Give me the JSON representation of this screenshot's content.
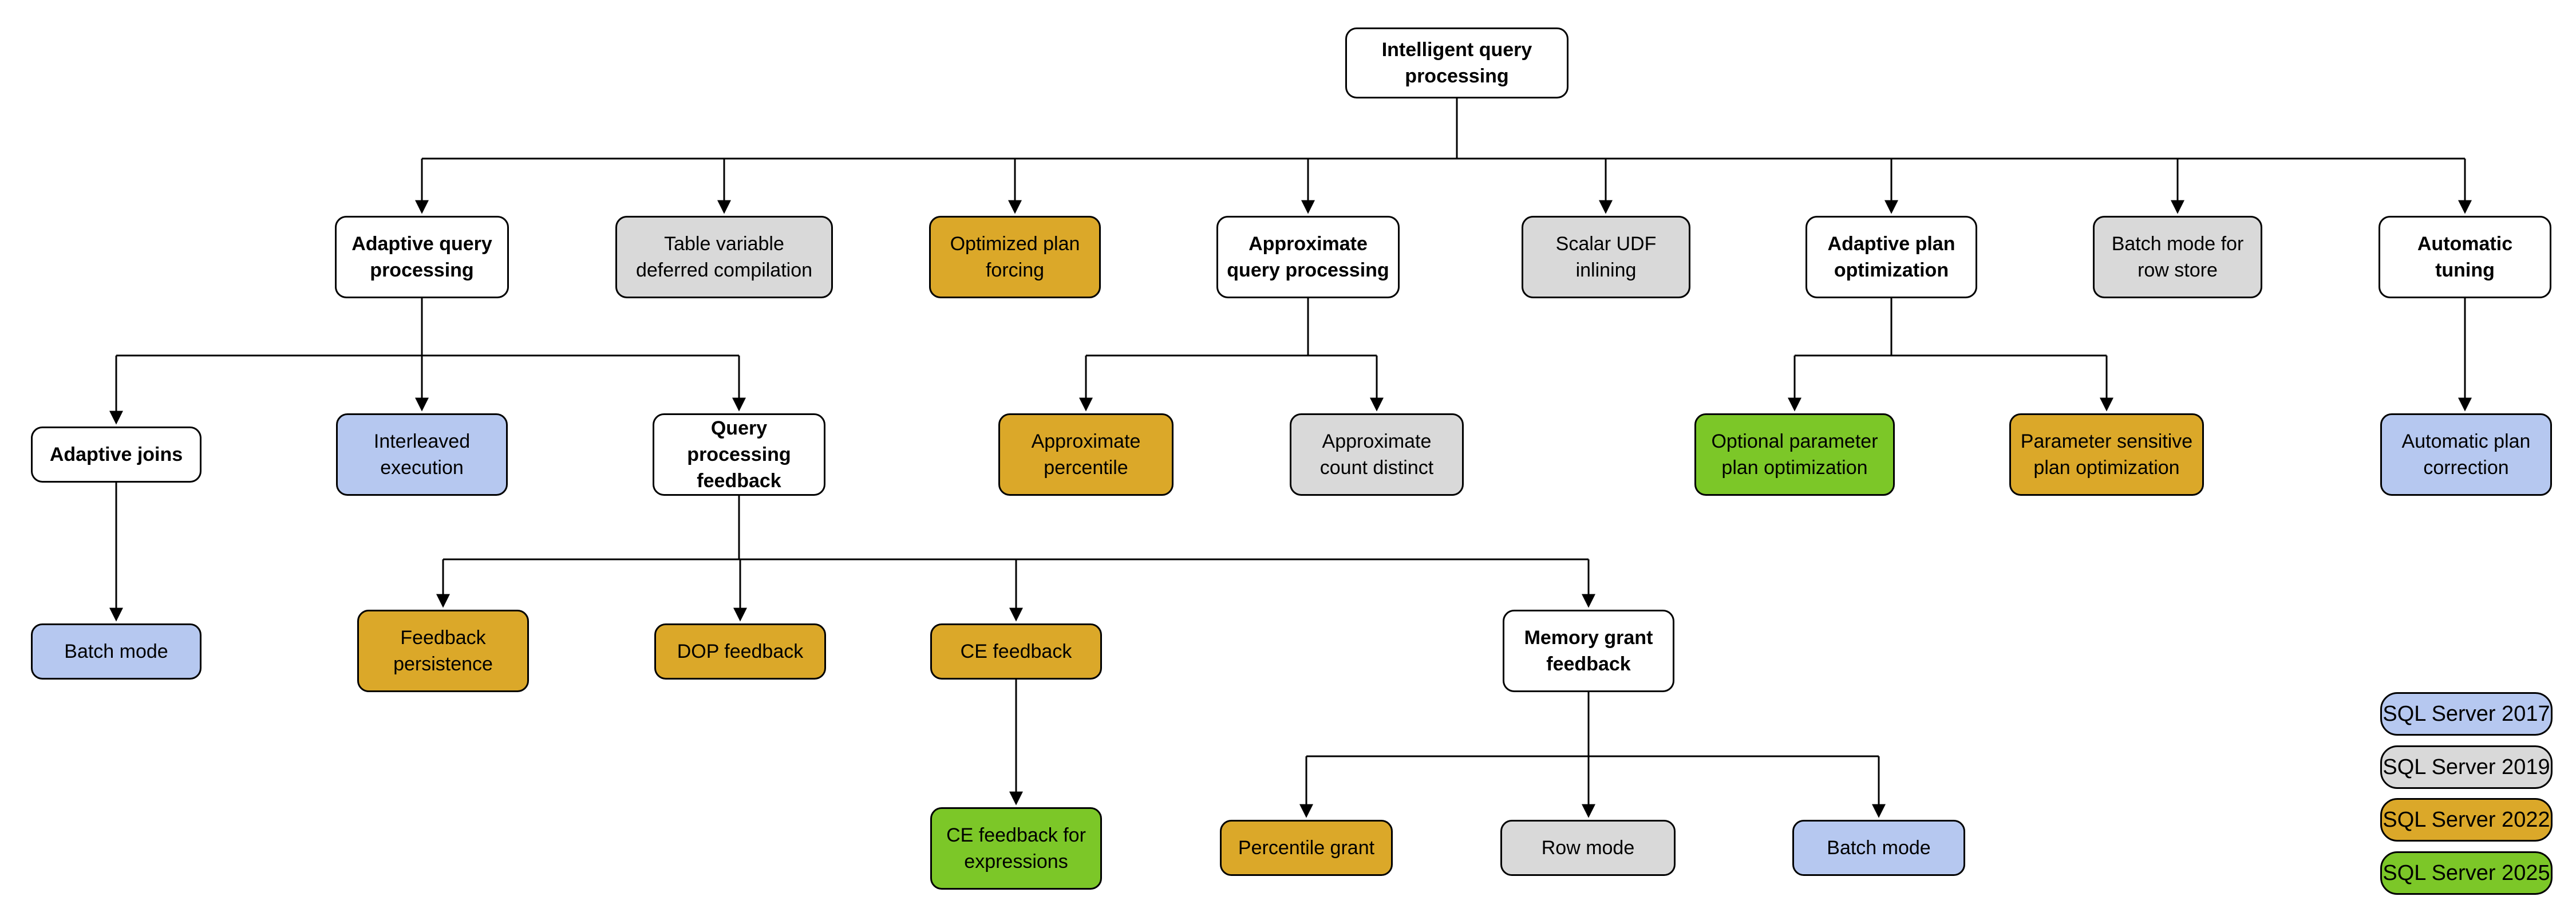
{
  "palette": {
    "sql2017_blue": "#b6c8f0",
    "sql2019_gray": "#d9d9d9",
    "sql2022_gold": "#dba829",
    "sql2025_green": "#7cc728",
    "category_white": "#ffffff",
    "border_and_lines": "#000000"
  },
  "nodes": {
    "iqp": {
      "label": "Intelligent query\nprocessing",
      "version": "category"
    },
    "aqp": {
      "label": "Adaptive query\nprocessing",
      "version": "category"
    },
    "tvdc": {
      "label": "Table variable\ndeferred compilation",
      "version": "2019"
    },
    "opf": {
      "label": "Optimized plan\nforcing",
      "version": "2022"
    },
    "apqp": {
      "label": "Approximate\nquery processing",
      "version": "category"
    },
    "sudf": {
      "label": "Scalar UDF\ninlining",
      "version": "2019"
    },
    "apo": {
      "label": "Adaptive plan\noptimization",
      "version": "category"
    },
    "bmrs": {
      "label": "Batch mode for\nrow store",
      "version": "2019"
    },
    "at": {
      "label": "Automatic\ntuning",
      "version": "category"
    },
    "aj": {
      "label": "Adaptive joins",
      "version": "category"
    },
    "ie": {
      "label": "Interleaved\nexecution",
      "version": "2017"
    },
    "qpf": {
      "label": "Query processing\nfeedback",
      "version": "category"
    },
    "apct": {
      "label": "Approximate\npercentile",
      "version": "2022"
    },
    "acd": {
      "label": "Approximate\ncount distinct",
      "version": "2019"
    },
    "oppo": {
      "label": "Optional parameter\nplan optimization",
      "version": "2025"
    },
    "pspo": {
      "label": "Parameter sensitive\nplan optimization",
      "version": "2022"
    },
    "apc": {
      "label": "Automatic plan\ncorrection",
      "version": "2017"
    },
    "bm1": {
      "label": "Batch mode",
      "version": "2017"
    },
    "fp": {
      "label": "Feedback\npersistence",
      "version": "2022"
    },
    "dop": {
      "label": "DOP feedback",
      "version": "2022"
    },
    "cef": {
      "label": "CE feedback",
      "version": "2022"
    },
    "mgf": {
      "label": "Memory grant\nfeedback",
      "version": "category"
    },
    "cefe": {
      "label": "CE feedback for\nexpressions",
      "version": "2025"
    },
    "pg": {
      "label": "Percentile grant",
      "version": "2022"
    },
    "rm": {
      "label": "Row mode",
      "version": "2019"
    },
    "bm2": {
      "label": "Batch mode",
      "version": "2017"
    }
  },
  "legend": {
    "sql2017": {
      "label": "SQL Server 2017"
    },
    "sql2019": {
      "label": "SQL Server 2019"
    },
    "sql2022": {
      "label": "SQL Server 2022"
    },
    "sql2025": {
      "label": "SQL Server 2025"
    }
  }
}
